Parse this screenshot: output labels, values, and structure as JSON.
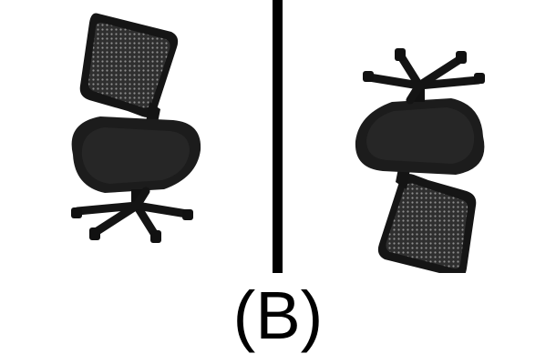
{
  "caption": "(B)",
  "images": [
    {
      "id": "chair-left",
      "subject": "office-chair-icon",
      "view": "upright"
    },
    {
      "id": "chair-right",
      "subject": "office-chair-icon",
      "view": "upside-down"
    }
  ],
  "colors": {
    "chair_body": "#1b1b1b",
    "mesh_fill": "#3a3a3a",
    "mesh_dots": "#9a9a9a",
    "divider": "#000000",
    "background": "#ffffff"
  }
}
